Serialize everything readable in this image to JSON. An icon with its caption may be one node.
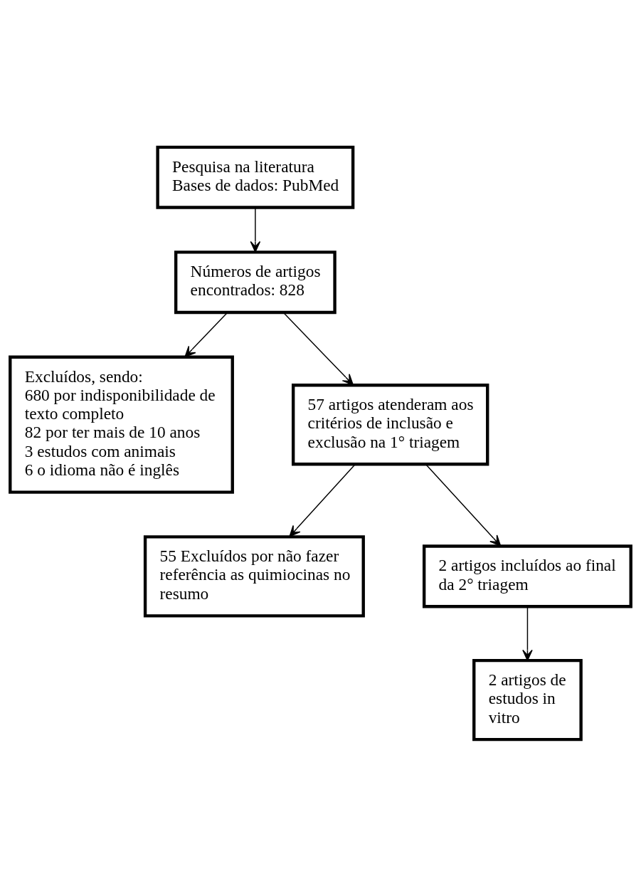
{
  "diagram": {
    "nodes": [
      {
        "text": [
          "Pesquisa na literatura",
          "Bases de dados: PubMed"
        ]
      },
      {
        "text": [
          "Números de artigos encontrados: 828"
        ]
      },
      {
        "text": [
          "Excluídos, sendo:",
          "680 por indisponibilidade de texto completo",
          "82 por ter mais de 10 anos",
          "3 estudos com animais",
          "6 o idioma não é inglês"
        ]
      },
      {
        "text": [
          "57 artigos atenderam aos critérios de inclusão e exclusão na 1° triagem"
        ]
      },
      {
        "text": [
          "55 Excluídos por não fazer referência as quimiocinas no resumo"
        ]
      },
      {
        "text": [
          "2 artigos incluídos ao final da 2° triagem"
        ]
      },
      {
        "text": [
          "2 artigos de estudos in vitro"
        ]
      }
    ],
    "edges": [
      {
        "from": 0,
        "to": 1,
        "arrow": "to"
      },
      {
        "from": 1,
        "to": 3,
        "arrow": "to"
      },
      {
        "from": 1,
        "to": 2,
        "arrow": "to"
      },
      {
        "from": 3,
        "to": 5,
        "arrow": "to"
      },
      {
        "from": 3,
        "to": 4,
        "arrow": "to"
      },
      {
        "from": 5,
        "to": 6,
        "arrow": "to"
      }
    ]
  }
}
